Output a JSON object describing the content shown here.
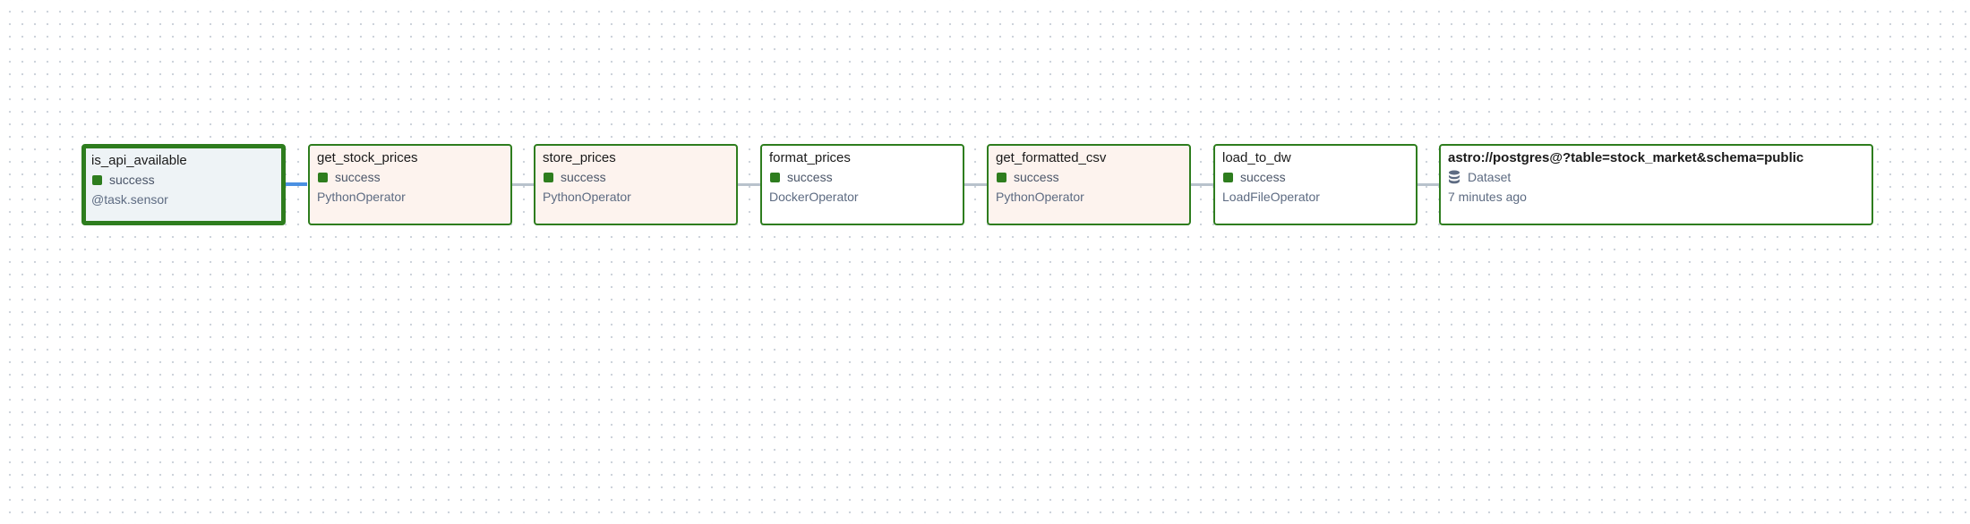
{
  "graph": {
    "nodes": [
      {
        "id": "is_api_available",
        "title": "is_api_available",
        "status": "success",
        "operator": "@task.sensor"
      },
      {
        "id": "get_stock_prices",
        "title": "get_stock_prices",
        "status": "success",
        "operator": "PythonOperator"
      },
      {
        "id": "store_prices",
        "title": "store_prices",
        "status": "success",
        "operator": "PythonOperator"
      },
      {
        "id": "format_prices",
        "title": "format_prices",
        "status": "success",
        "operator": "DockerOperator"
      },
      {
        "id": "get_formatted_csv",
        "title": "get_formatted_csv",
        "status": "success",
        "operator": "PythonOperator"
      },
      {
        "id": "load_to_dw",
        "title": "load_to_dw",
        "status": "success",
        "operator": "LoadFileOperator"
      }
    ],
    "dataset": {
      "title": "astro://postgres@?table=stock_market&schema=public",
      "type_label": "Dataset",
      "updated": "7 minutes ago",
      "icon": "database-icon"
    }
  },
  "colors": {
    "success": "#2e7d1e",
    "selected_edge": "#4a90e2",
    "edge": "#b8c2cc",
    "operator_bg_python": "#fdf3ee",
    "selected_bg": "#eef3f6"
  }
}
